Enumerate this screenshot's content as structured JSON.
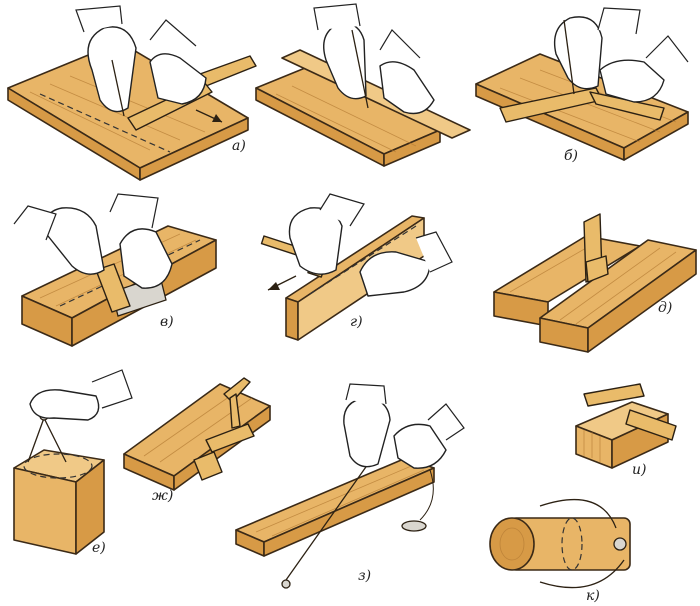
{
  "figure": {
    "panels": [
      {
        "id": "a",
        "label": "а)"
      },
      {
        "id": "b",
        "label": "б)"
      },
      {
        "id": "v",
        "label": "в)"
      },
      {
        "id": "g",
        "label": "г)"
      },
      {
        "id": "d",
        "label": "д)"
      },
      {
        "id": "e",
        "label": "е)"
      },
      {
        "id": "zh",
        "label": "ж)"
      },
      {
        "id": "z",
        "label": "з)"
      },
      {
        "id": "i",
        "label": "и)"
      },
      {
        "id": "k",
        "label": "к)"
      }
    ],
    "colors": {
      "wood": "#e8b567",
      "wood_dark": "#d79a46",
      "outline": "#3b2a17",
      "hand": "#ffffff"
    }
  }
}
